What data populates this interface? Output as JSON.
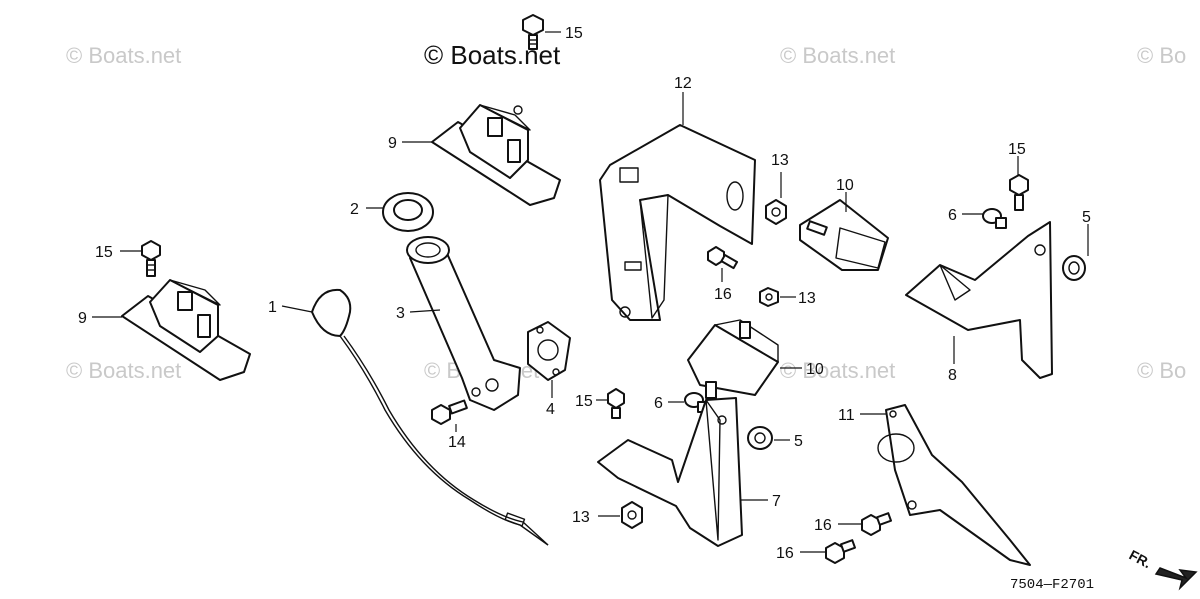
{
  "watermarks": {
    "main": "© Boats.net",
    "faded": "© Boats.net",
    "faded_partial": "© Bo"
  },
  "callouts": {
    "n1": "1",
    "n2": "2",
    "n3": "3",
    "n4": "4",
    "n5": "5",
    "n6": "6",
    "n7": "7",
    "n8": "8",
    "n9": "9",
    "n10": "10",
    "n11": "11",
    "n12": "12",
    "n13": "13",
    "n14": "14",
    "n15": "15",
    "n16": "16"
  },
  "diagram_code": "7504—F2701",
  "direction_label": "FR.",
  "colors": {
    "line": "#111111",
    "watermark": "#c9c9c9",
    "background": "#ffffff"
  }
}
